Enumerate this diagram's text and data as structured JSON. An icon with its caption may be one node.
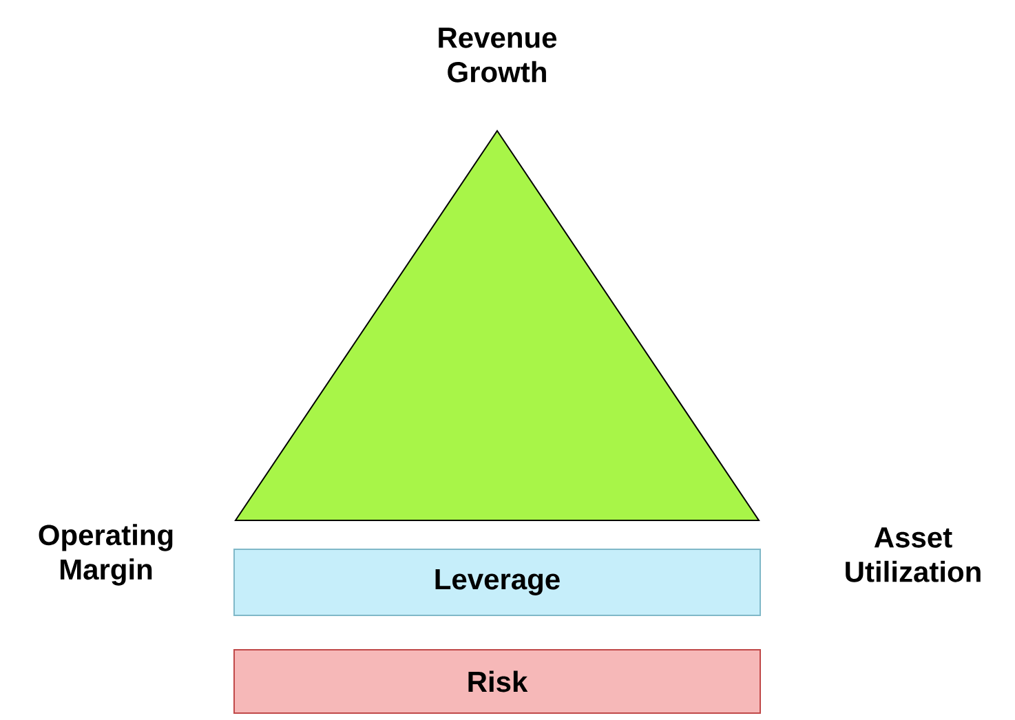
{
  "diagram": {
    "nodes": [
      {
        "text": [],
        "shape": "triangle",
        "beside": [
          "Revenue Growth",
          "Operating Margin",
          "Asset Utilization"
        ]
      },
      {
        "text": [
          "Leverage"
        ]
      },
      {
        "text": [
          "Risk"
        ]
      }
    ]
  }
}
